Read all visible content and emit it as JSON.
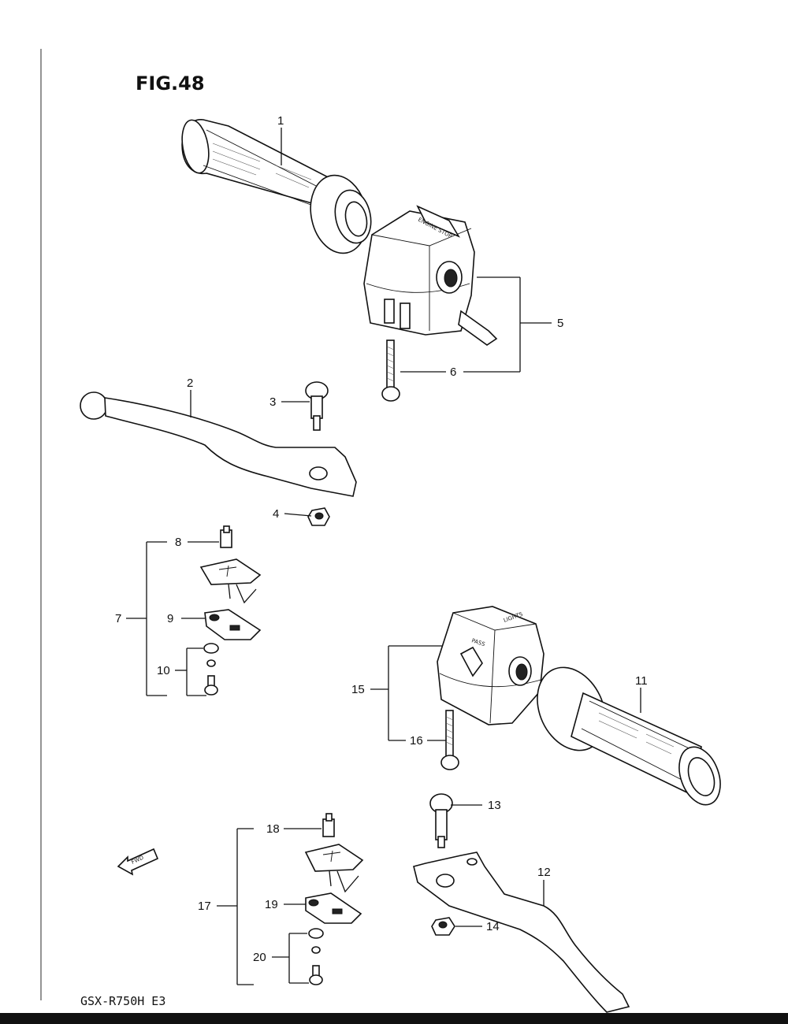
{
  "figure": {
    "title": "FIG.48",
    "model_code": "GSX-R750H  E3",
    "fwd_label": "FWD"
  },
  "switch_text": {
    "right_switch": "ENGINE STOP",
    "left_switch_top": "LIGHTS",
    "left_switch_side": "PASS"
  },
  "callouts": [
    "1",
    "2",
    "3",
    "4",
    "5",
    "6",
    "7",
    "8",
    "9",
    "10",
    "11",
    "12",
    "13",
    "14",
    "15",
    "16",
    "17",
    "18",
    "19",
    "20"
  ]
}
